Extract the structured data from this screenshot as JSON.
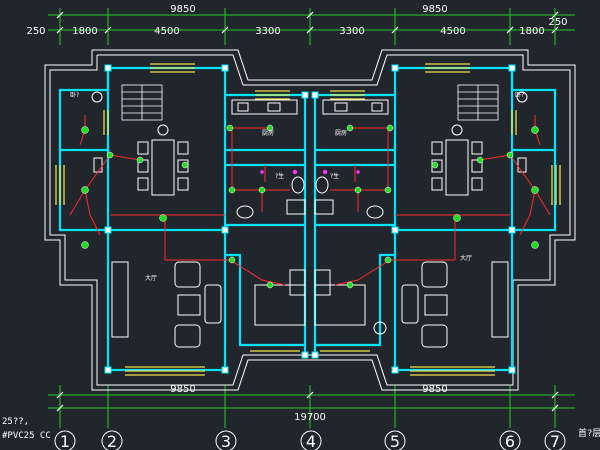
{
  "dims": {
    "top_left_total": "9850",
    "top_right_total": "9850",
    "top_seg_a": "250",
    "top_seg_b": "1800",
    "top_seg_c": "4500",
    "top_seg_d": "3300",
    "top_seg_e": "3300",
    "top_seg_f": "4500",
    "top_seg_g": "1800",
    "top_seg_h": "250",
    "bottom_left": "9850",
    "bottom_right": "9850",
    "bottom_total": "19700"
  },
  "axes": [
    "1",
    "2",
    "3",
    "4",
    "5",
    "6",
    "7"
  ],
  "notes": {
    "line1": "25??,",
    "line2": "#PVC25 CC",
    "title_fragment": "首?层"
  },
  "room_labels": {
    "left_bedroom": "卧?",
    "left_living": "大厅",
    "left_kitchen": "厨房",
    "right_bedroom": "卧?",
    "right_living": "大厅",
    "right_kitchen": "厨房",
    "left_bath": "?生",
    "right_bath": "?生"
  },
  "colors": {
    "background": "#21262d",
    "wall": "#00e5ff",
    "outline": "#ffffff",
    "wire": "#ff2a2a",
    "fixture": "#22dd22",
    "window": "#f2e04a",
    "pink": "#ff33ff",
    "dimension": "#22cc22"
  }
}
